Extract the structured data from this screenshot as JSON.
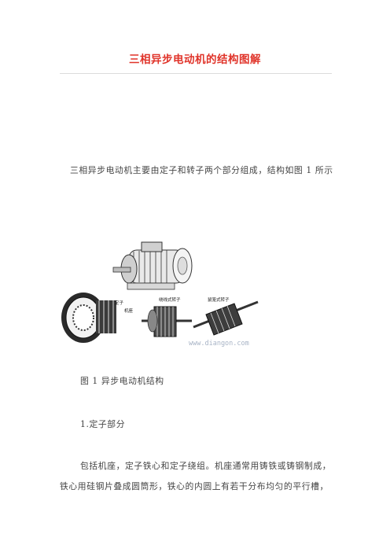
{
  "document": {
    "title": "三相异步电动机的结构图解",
    "intro": "三相异步电动机主要由定子和转子两个部分组成，结构如图 1 所示",
    "figure": {
      "labels": {
        "stator": "定子",
        "housing": "机座",
        "wound_rotor": "绕线式转子",
        "squirrel_rotor": "鼠笼式转子"
      },
      "watermark": "www.diangon.com"
    },
    "caption": "图 1 异步电动机结构",
    "section_heading": "1.定子部分",
    "body_line_1": "包括机座，定子铁心和定子绕组。机座通常用铸铁或铸钢制成，",
    "body_line_2": "铁心用硅钢片叠成圆筒形，铁心的内圆上有若干分布均匀的平行槽，"
  }
}
